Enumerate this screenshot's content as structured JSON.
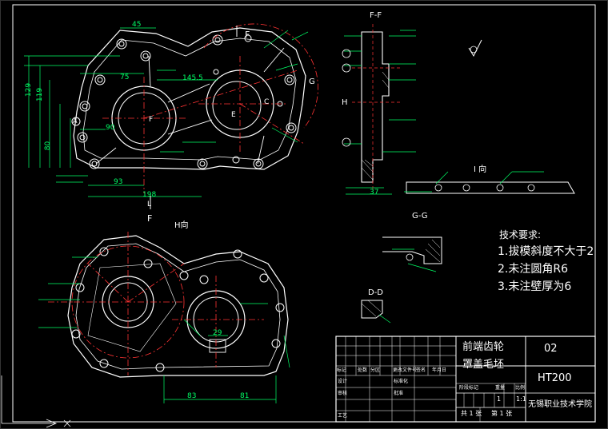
{
  "views": {
    "section_ff": "F-F",
    "view_h": "H向",
    "view_i": "I 向",
    "section_gg": "G-G",
    "section_dd": "D-D"
  },
  "markers": {
    "f_top": "F",
    "f_bottom": "F",
    "f_mid": "F",
    "e": "E",
    "c": "C",
    "g": "G",
    "h": "H",
    "l": "L",
    "a": "A"
  },
  "dims": {
    "d45": "45",
    "d75": "75",
    "d93": "93",
    "d198": "198",
    "d129": "129",
    "d119": "119",
    "d83": "83",
    "d81": "81",
    "d29": "29",
    "d37": "37",
    "d80": "80",
    "d90": "90",
    "d145": "145.5"
  },
  "requirements": {
    "title": "技术要求:",
    "items": [
      "1.拔模斜度不大于2",
      "2.未注圆角R6",
      "3.未注壁厚为6"
    ]
  },
  "title_block": {
    "part_name_1": "前端齿轮",
    "part_name_2": "罩盖毛坯",
    "drawing_no": "02",
    "material": "HT200",
    "school": "无锡职业技术学院",
    "scale": "1:1",
    "qty": "1",
    "sheet_total": "共 1 张",
    "sheet_no": "第 1 张",
    "header_cols": [
      "标记",
      "处数",
      "分区",
      "更改文件号",
      "签名",
      "年月日"
    ],
    "row_design": "设计",
    "row_std": "标准化",
    "row_check": "审核",
    "row_approve": "批准",
    "row_process": "工艺",
    "stage_mark": "阶段标记",
    "weight": "重量",
    "ratio": "比例"
  }
}
